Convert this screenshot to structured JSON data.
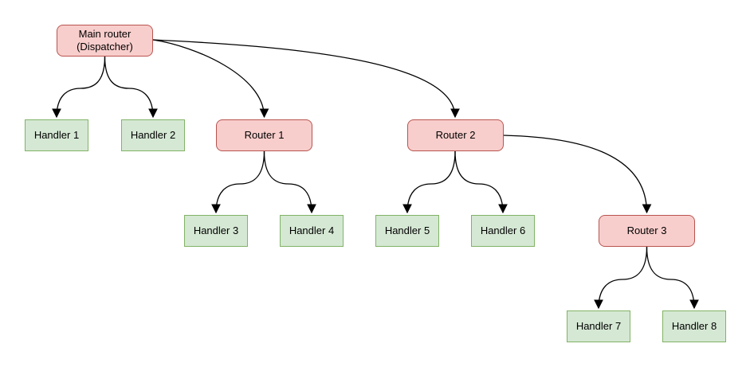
{
  "diagram": {
    "nodes": {
      "main": {
        "label": "Main router\n(Dispatcher)",
        "type": "router"
      },
      "router1": {
        "label": "Router 1",
        "type": "router"
      },
      "router2": {
        "label": "Router 2",
        "type": "router"
      },
      "router3": {
        "label": "Router 3",
        "type": "router"
      },
      "handler1": {
        "label": "Handler 1",
        "type": "handler"
      },
      "handler2": {
        "label": "Handler 2",
        "type": "handler"
      },
      "handler3": {
        "label": "Handler 3",
        "type": "handler"
      },
      "handler4": {
        "label": "Handler 4",
        "type": "handler"
      },
      "handler5": {
        "label": "Handler 5",
        "type": "handler"
      },
      "handler6": {
        "label": "Handler 6",
        "type": "handler"
      },
      "handler7": {
        "label": "Handler 7",
        "type": "handler"
      },
      "handler8": {
        "label": "Handler 8",
        "type": "handler"
      }
    },
    "edges": [
      {
        "from": "main",
        "to": "handler1"
      },
      {
        "from": "main",
        "to": "handler2"
      },
      {
        "from": "main",
        "to": "router1"
      },
      {
        "from": "main",
        "to": "router2"
      },
      {
        "from": "router1",
        "to": "handler3"
      },
      {
        "from": "router1",
        "to": "handler4"
      },
      {
        "from": "router2",
        "to": "handler5"
      },
      {
        "from": "router2",
        "to": "handler6"
      },
      {
        "from": "router2",
        "to": "router3"
      },
      {
        "from": "router3",
        "to": "handler7"
      },
      {
        "from": "router3",
        "to": "handler8"
      }
    ],
    "colors": {
      "router_fill": "#f8cecc",
      "router_stroke": "#b85450",
      "handler_fill": "#d5e8d4",
      "handler_stroke": "#82b366",
      "edge_stroke": "#000000",
      "background": "#ffffff"
    }
  }
}
